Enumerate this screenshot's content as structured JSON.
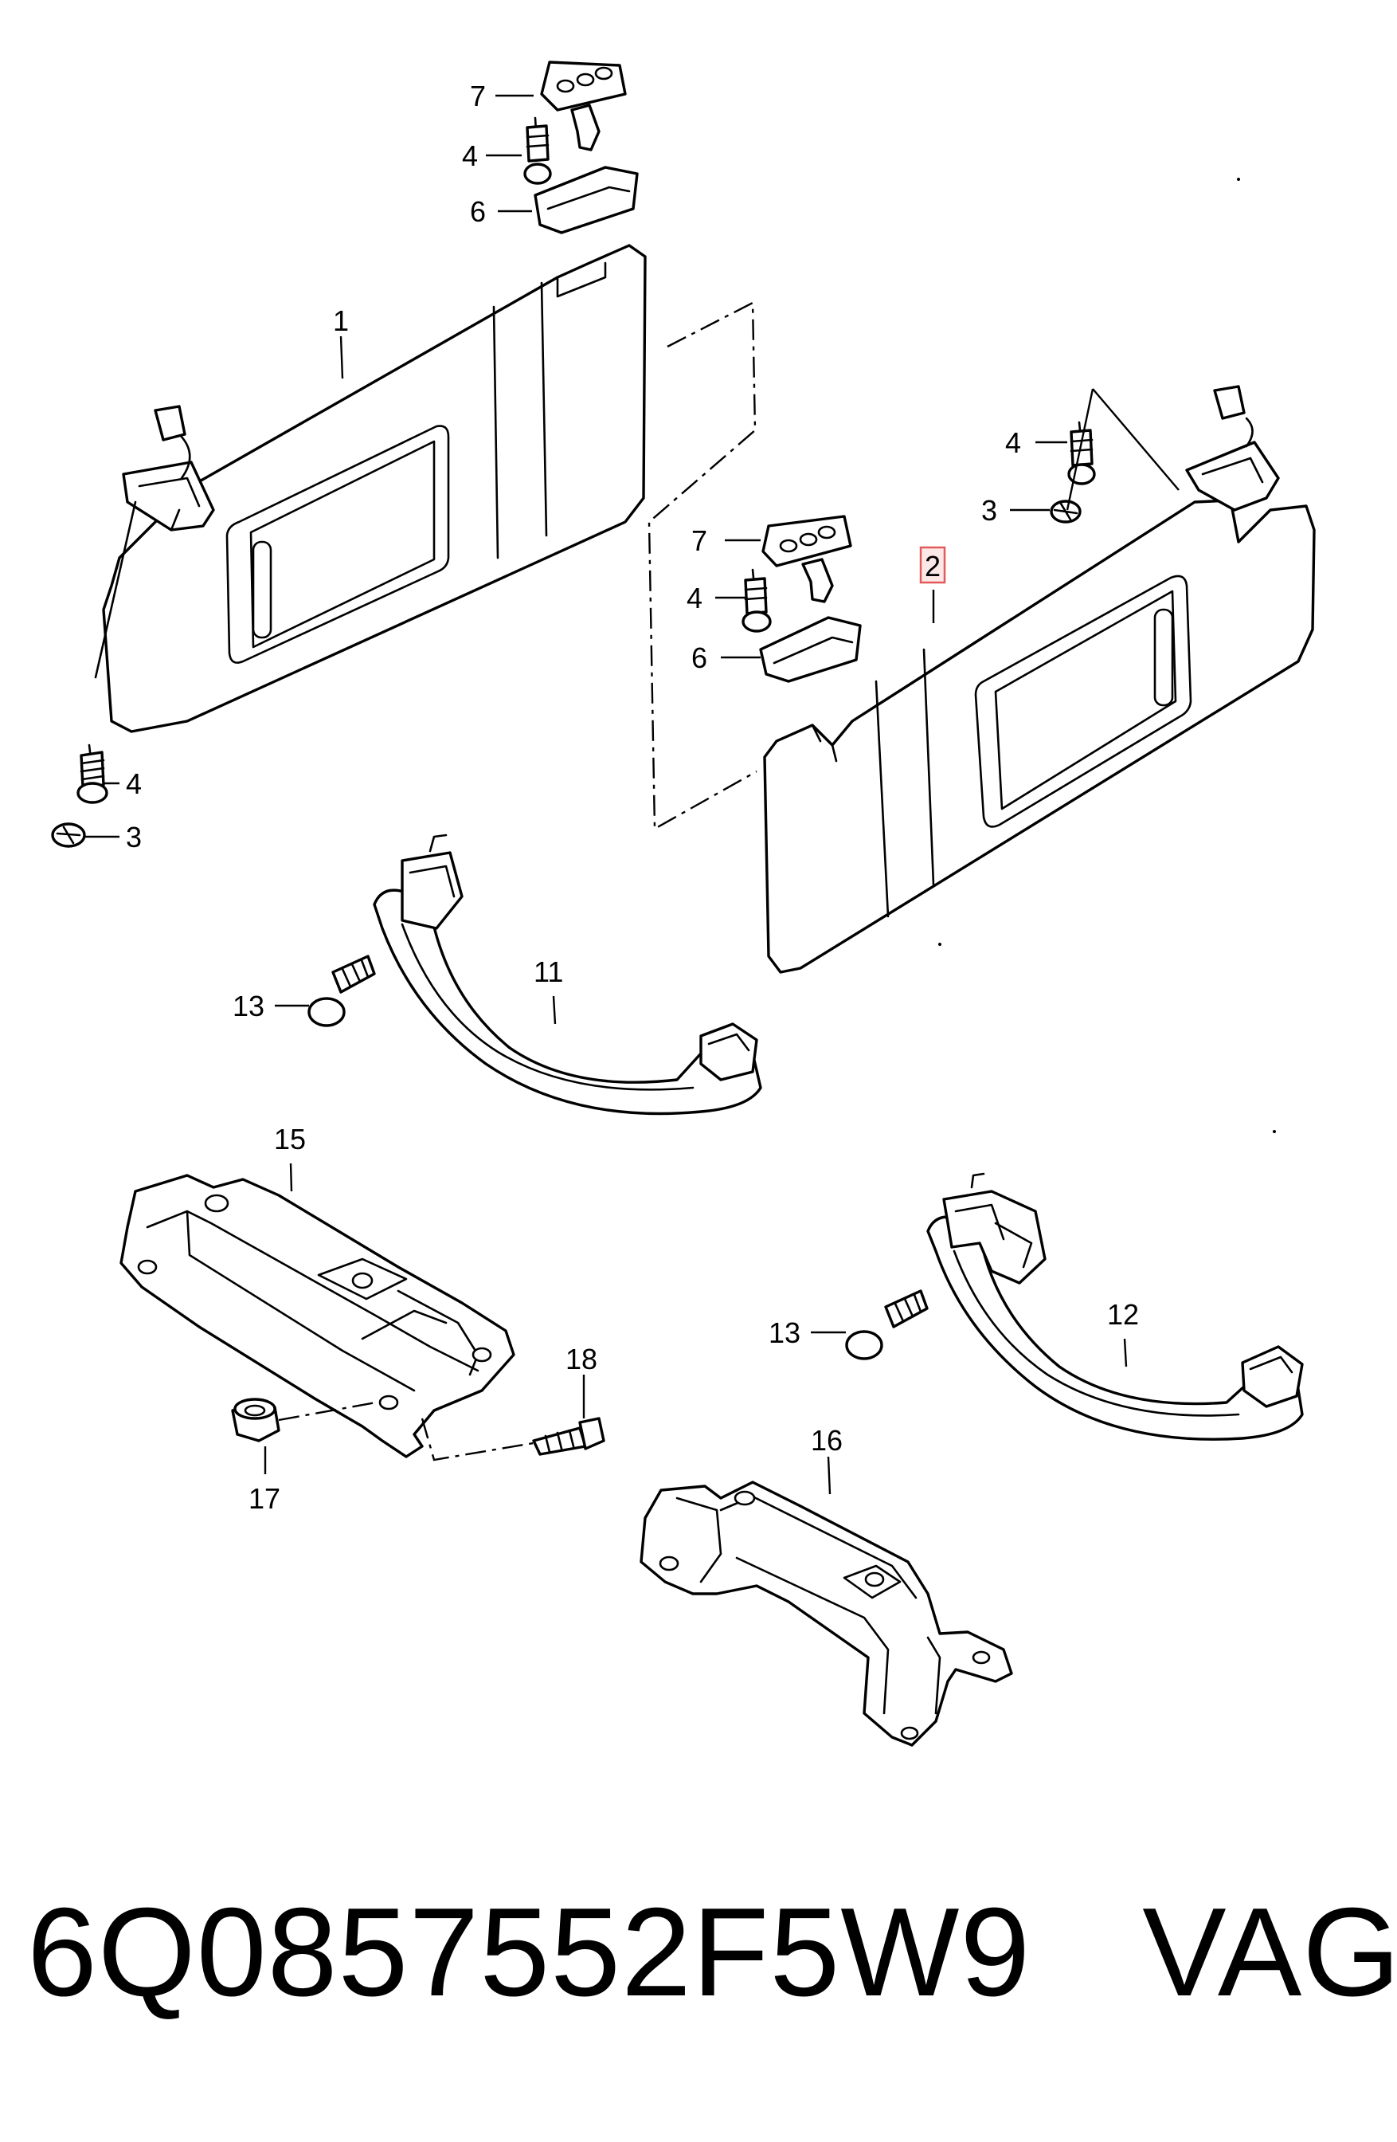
{
  "callouts": [
    {
      "num": "7"
    },
    {
      "num": "4"
    },
    {
      "num": "6"
    },
    {
      "num": "1"
    },
    {
      "num": "4"
    },
    {
      "num": "3"
    },
    {
      "num": "4"
    },
    {
      "num": "3"
    },
    {
      "num": "7"
    },
    {
      "num": "4"
    },
    {
      "num": "6"
    },
    {
      "num": "2"
    },
    {
      "num": "13"
    },
    {
      "num": "11"
    },
    {
      "num": "15"
    },
    {
      "num": "18"
    },
    {
      "num": "17"
    },
    {
      "num": "13"
    },
    {
      "num": "12"
    },
    {
      "num": "16"
    }
  ],
  "highlighted_callout": "2",
  "footer": {
    "part_number": "6Q0857552F5W9",
    "brand": "VAG"
  },
  "colors": {
    "line": "#000000",
    "background": "#ffffff",
    "highlight_fill": "#fde8e8",
    "highlight_stroke": "#e35a5a"
  }
}
